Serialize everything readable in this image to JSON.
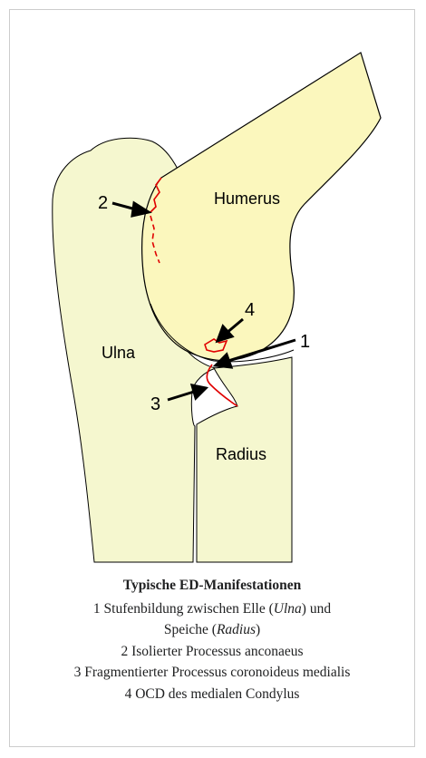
{
  "diagram": {
    "bones": {
      "humerus": "Humerus",
      "ulna": "Ulna",
      "radius": "Radius"
    },
    "markers": [
      "1",
      "2",
      "3",
      "4"
    ],
    "colors": {
      "bone_fill": "#f5f7cf",
      "humerus_fill": "#fbf7bd",
      "outline": "#000000",
      "lesion": "#e00000"
    }
  },
  "caption": {
    "title": "Typische ED-Manifestationen",
    "line1_prefix": "1 Stufenbildung zwischen Elle (",
    "line1_ulna": "Ulna",
    "line1_mid": ") und",
    "line1b_prefix": "Speiche (",
    "line1b_radius": "Radius",
    "line1b_suffix": ")",
    "line2": "2 Isolierter Processus anconaeus",
    "line3": "3 Fragmentierter Processus coronoideus medialis",
    "line4": "4 OCD des medialen Condylus"
  }
}
